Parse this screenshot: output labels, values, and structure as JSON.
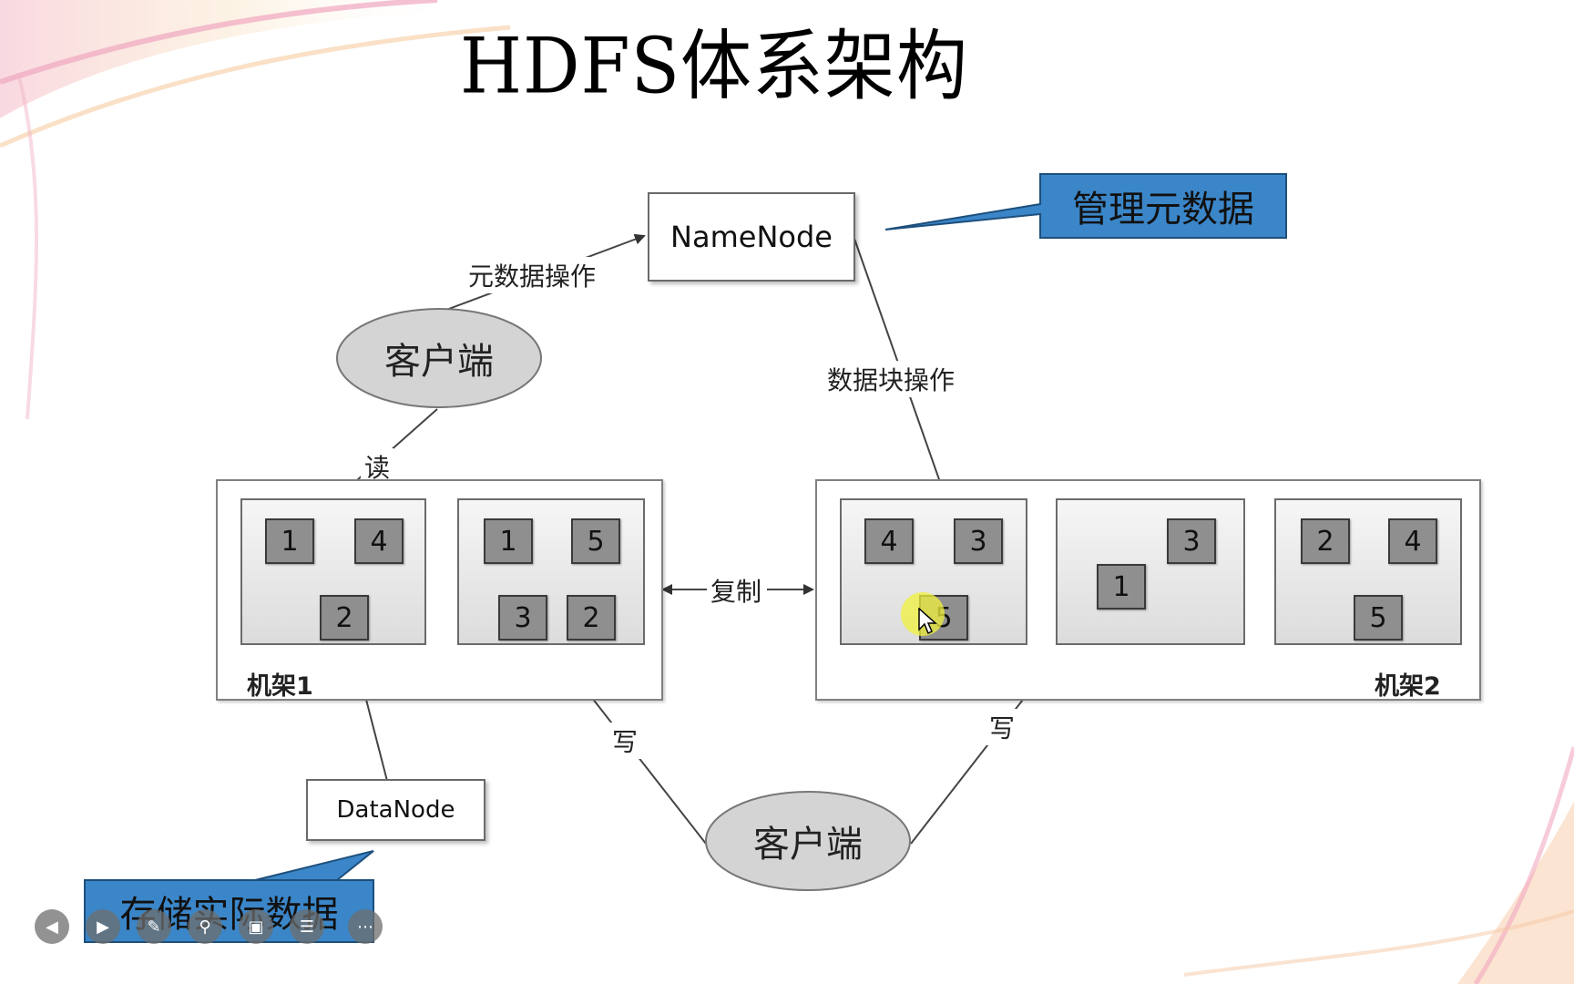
{
  "title": "HDFS体系架构",
  "namenode": {
    "label": "NameNode"
  },
  "datanode": {
    "label": "DataNode"
  },
  "callouts": {
    "metadata": "管理元数据",
    "storage": "存储实际数据"
  },
  "clients": {
    "top": "客户端",
    "bottom": "客户端"
  },
  "edge_labels": {
    "metadata_ops": "元数据操作",
    "block_ops": "数据块操作",
    "read": "读",
    "replicate": "复制",
    "write_left": "写",
    "write_right": "写"
  },
  "racks": [
    {
      "label": "机架1",
      "nodes": [
        {
          "blocks": [
            "1",
            "4",
            "2"
          ]
        },
        {
          "blocks": [
            "1",
            "5",
            "3",
            "2"
          ]
        }
      ]
    },
    {
      "label": "机架2",
      "nodes": [
        {
          "blocks": [
            "4",
            "3",
            "5"
          ]
        },
        {
          "blocks": [
            "3",
            "1"
          ]
        },
        {
          "blocks": [
            "2",
            "4",
            "5"
          ]
        }
      ]
    }
  ],
  "colors": {
    "callout_fill": "#3b86c8",
    "block_fill": "#8f8f8f",
    "ellipse_fill": "#d4d4d4"
  },
  "player_controls": [
    "prev-icon",
    "play-icon",
    "pen-icon",
    "zoom-icon",
    "camera-icon",
    "menu-icon",
    "more-icon"
  ]
}
